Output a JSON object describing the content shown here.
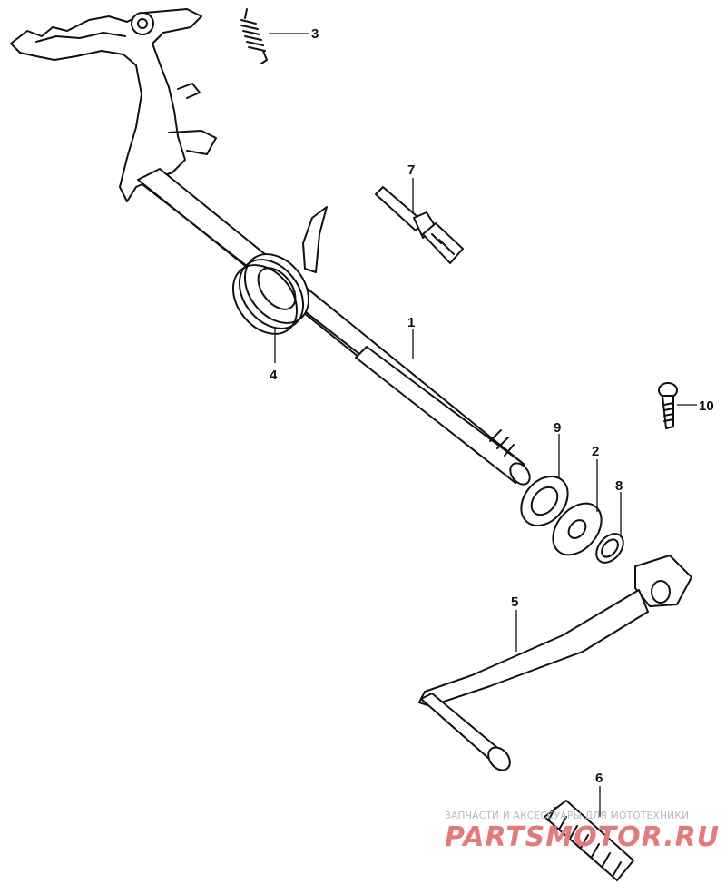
{
  "diagram": {
    "callouts": [
      {
        "id": "1",
        "label": "1"
      },
      {
        "id": "2",
        "label": "2"
      },
      {
        "id": "3",
        "label": "3"
      },
      {
        "id": "4",
        "label": "4"
      },
      {
        "id": "5",
        "label": "5"
      },
      {
        "id": "6",
        "label": "6"
      },
      {
        "id": "7",
        "label": "7"
      },
      {
        "id": "8",
        "label": "8"
      },
      {
        "id": "9",
        "label": "9"
      },
      {
        "id": "10",
        "label": "10"
      }
    ],
    "watermark": {
      "line1": "ЗАПЧАСТИ И АКСЕССУАРЫ ДЛЯ МОТОТЕХНИКИ",
      "line2": "PARTSMOTOR.RU"
    }
  }
}
